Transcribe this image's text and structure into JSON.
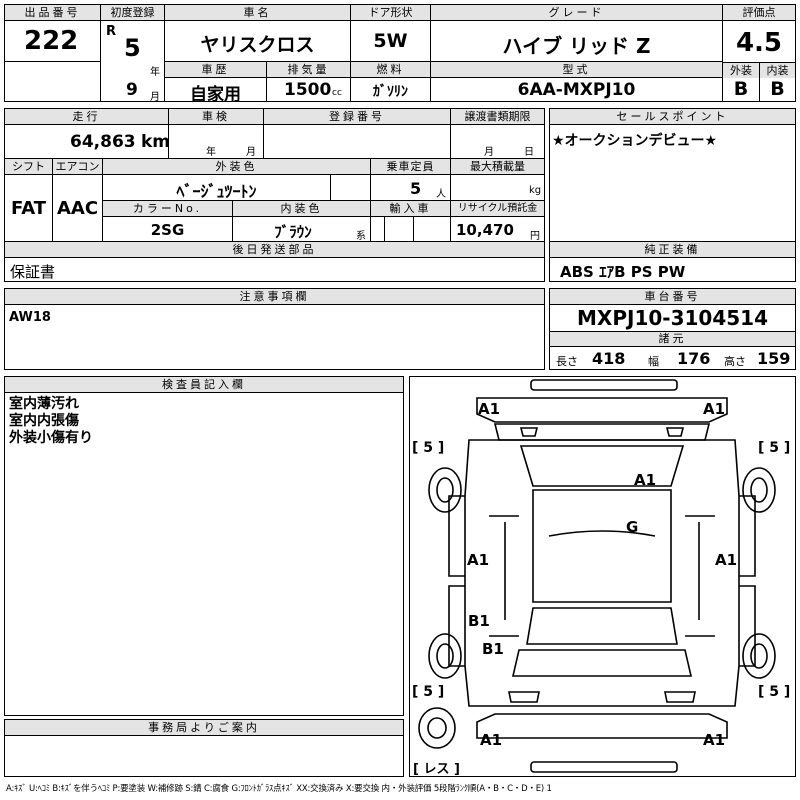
{
  "header": {
    "lot_label": "出品番号",
    "lot_value": "222",
    "first_reg_label": "初度登録",
    "era": "R",
    "reg_year": "5",
    "year_unit": "年",
    "reg_month": "9",
    "month_unit": "月",
    "car_name_label": "車名",
    "car_name": "ヤリスクロス",
    "history_label": "車歴",
    "history_value": "自家用",
    "displacement_label": "排気量",
    "displacement_value": "1500",
    "displacement_unit": "cc",
    "door_label": "ドア形状",
    "door_value": "5W",
    "fuel_label": "燃料",
    "fuel_value": "ｶﾞｿﾘﾝ",
    "grade_label": "グレード",
    "grade_value": "ハイブ リッド Z",
    "model_label": "型式",
    "model_value": "6AA-MXPJ10",
    "score_label": "評価点",
    "score_value": "4.5",
    "exterior_label": "外装",
    "exterior_value": "B",
    "interior_label": "内装",
    "interior_value": "B"
  },
  "row2": {
    "mileage_label": "走行",
    "mileage_value": "64,863",
    "mileage_unit": "km",
    "inspection_label": "車検",
    "inspection_year_unit": "年",
    "inspection_month_unit": "月",
    "regno_label": "登録番号",
    "transfer_label": "譲渡書類期限",
    "transfer_month_unit": "月",
    "transfer_day_unit": "日",
    "sales_label": "セールスポイント",
    "sales_text": "★オークションデビュー★"
  },
  "row3": {
    "shift_label": "シフト",
    "shift_value": "FAT",
    "ac_label": "エアコン",
    "ac_value": "AAC",
    "ext_color_label": "外装色",
    "ext_color_value": "ﾍﾞｰｼﾞｭﾂｰﾄﾝ",
    "capacity_label": "乗車定員",
    "capacity_value": "5",
    "capacity_unit": "人",
    "max_load_label": "最大積載量",
    "max_load_unit": "kg",
    "color_no_label": "カラーNo.",
    "color_no_value": "2SG",
    "int_color_label": "内装色",
    "int_color_value": "ﾌﾞﾗｳﾝ",
    "int_color_unit": "系",
    "import_label": "輸入車",
    "recycle_label": "リサイクル預託金",
    "recycle_value": "10,470",
    "recycle_unit": "円"
  },
  "later_parts": {
    "label": "後日発送部品",
    "value": "保証書"
  },
  "equipment": {
    "label": "純正装備",
    "value": "ABS ｴｱB PS PW"
  },
  "cautions": {
    "label": "注意事項欄",
    "value": "AW18"
  },
  "chassis": {
    "label": "車台番号",
    "value": "MXPJ10-3104514",
    "specs_label": "諸元",
    "length_label": "長さ",
    "length_value": "418",
    "width_label": "幅",
    "width_value": "176",
    "height_label": "高さ",
    "height_value": "159"
  },
  "inspector": {
    "label": "検査員記入欄",
    "lines": [
      "室内薄汚れ",
      "室内内張傷",
      "外装小傷有り"
    ]
  },
  "office": {
    "label": "事務局よりご案内"
  },
  "diagram": {
    "labels": [
      "A1",
      "A1",
      "A1",
      "G",
      "A1",
      "A1",
      "B1",
      "B1",
      "A1",
      "A1"
    ],
    "tires": [
      "[ 5 ]",
      "[ 5 ]",
      "[ 5 ]",
      "[ 5 ]"
    ],
    "spare": "[ レス ]"
  },
  "legend": "A:ｷｽﾞ U:ﾍｺﾐ B:ｷｽﾞを伴うﾍｺﾐ P:要塗装 W:補修跡 S:錆 C:腐食 G:ﾌﾛﾝﾄｶﾞﾗｽ点ｷｽﾞ XX:交換済み X:要交換  内・外装評価 5段階ﾗﾝｸ順(A・B・C・D・E) 1"
}
